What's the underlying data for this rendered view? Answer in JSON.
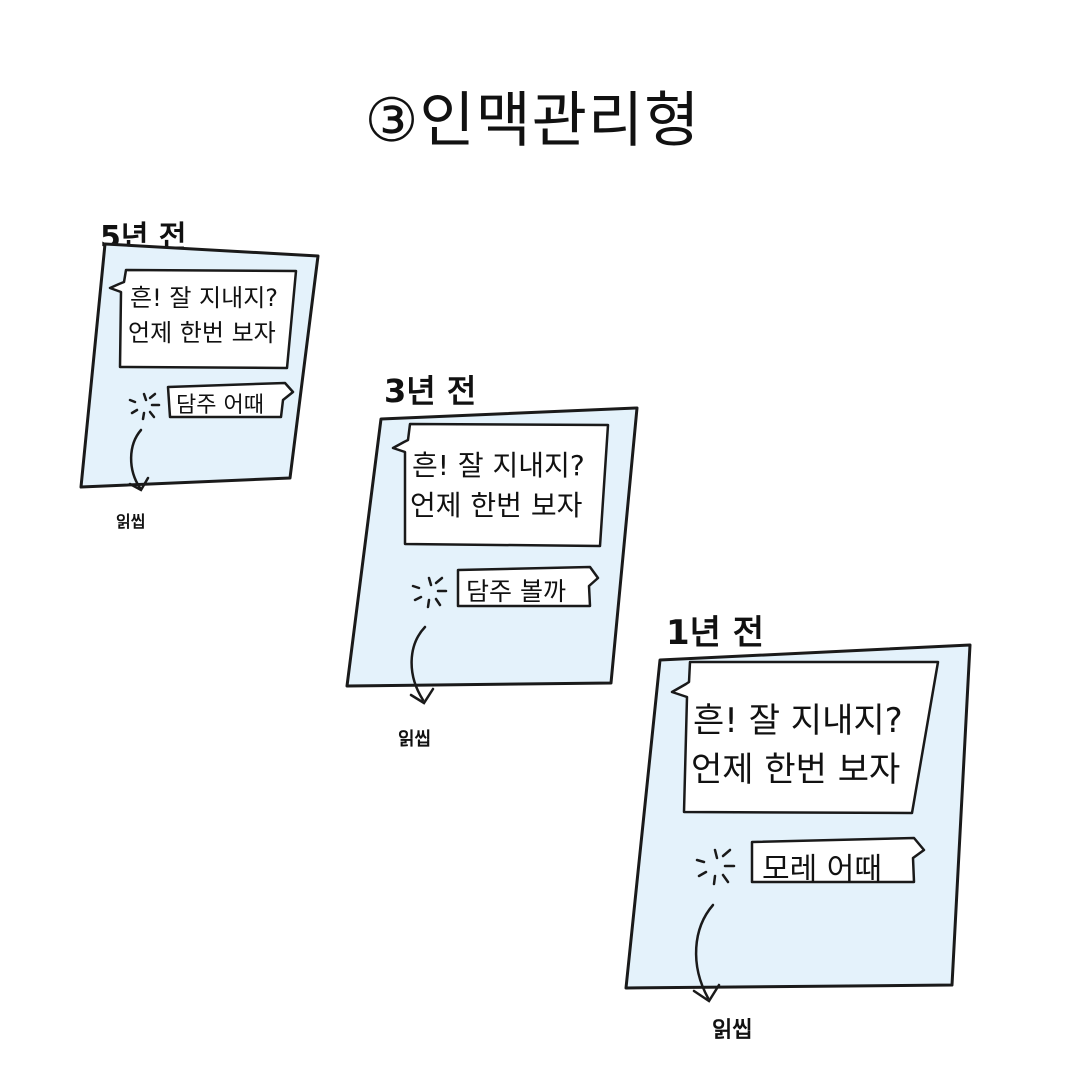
{
  "title": "③인맥관리형",
  "panels": [
    {
      "time_label": "5년 전",
      "message_lines": [
        "흔! 잘 지내지?",
        "언제 한번 보자"
      ],
      "reply": "담주 어때",
      "read_status": "읽씹"
    },
    {
      "time_label": "3년 전",
      "message_lines": [
        "흔! 잘 지내지?",
        "언제 한번 보자"
      ],
      "reply": "담주 볼까",
      "read_status": "읽씹"
    },
    {
      "time_label": "1년 전",
      "message_lines": [
        "흔! 잘 지내지?",
        "언제 한번 보자"
      ],
      "reply": "모레 어때",
      "read_status": "읽씹"
    }
  ],
  "colors": {
    "panel_fill": "#e4f2fb",
    "ink": "#1a1a1a",
    "bubble_fill": "#ffffff"
  },
  "icons": {
    "typing": "typing-spark-icon",
    "arrow": "curved-arrow-icon"
  }
}
